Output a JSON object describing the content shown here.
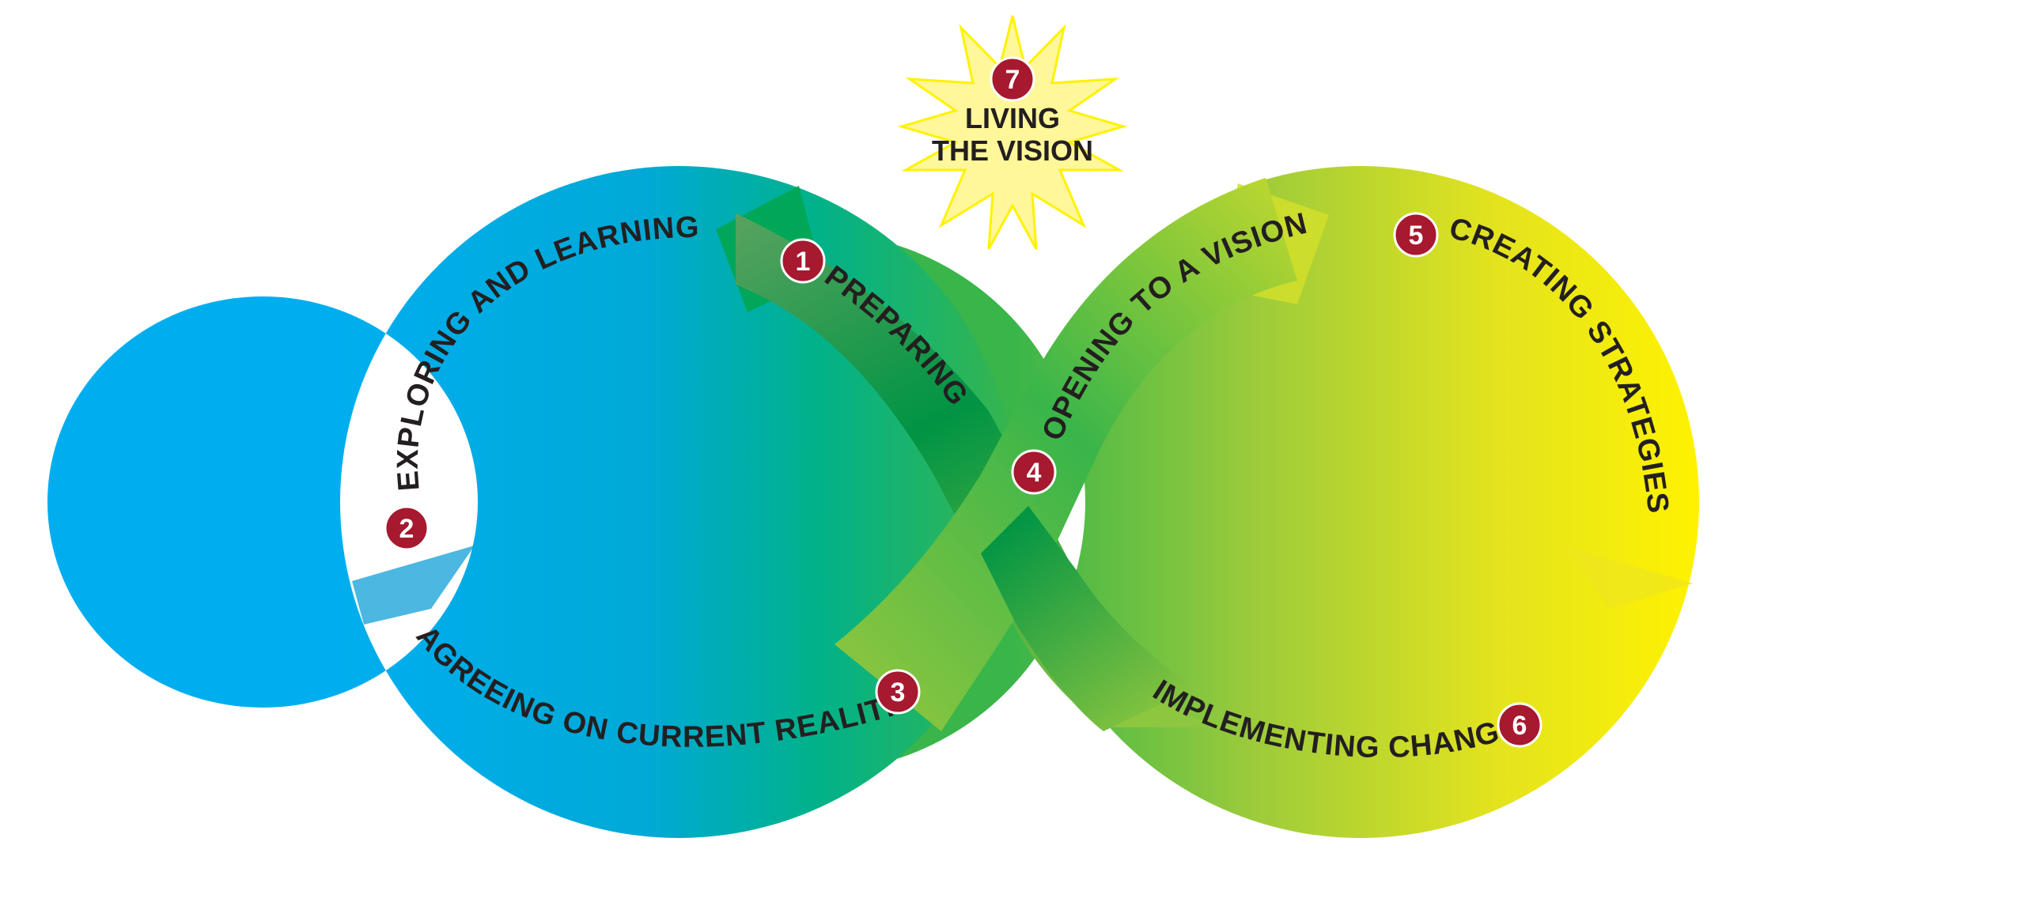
{
  "diagram": {
    "steps": [
      {
        "number": "1",
        "label": "PREPARING"
      },
      {
        "number": "2",
        "label": "EXPLORING AND LEARNING"
      },
      {
        "number": "3",
        "label": "AGREEING ON CURRENT REALITIES"
      },
      {
        "number": "4",
        "label": "OPENING TO A VISION"
      },
      {
        "number": "5",
        "label": "CREATING STRATEGIES"
      },
      {
        "number": "6",
        "label": "IMPLEMENTING CHANGE"
      },
      {
        "number": "7",
        "label_line1": "LIVING",
        "label_line2": "THE VISION"
      }
    ],
    "colors": {
      "blue": "#00aeef",
      "dark_green": "#009444",
      "green": "#39b54a",
      "yellow_green": "#c5d92d",
      "yellow": "#fff200",
      "badge": "#a6192e",
      "starburst": "#fff799"
    }
  }
}
